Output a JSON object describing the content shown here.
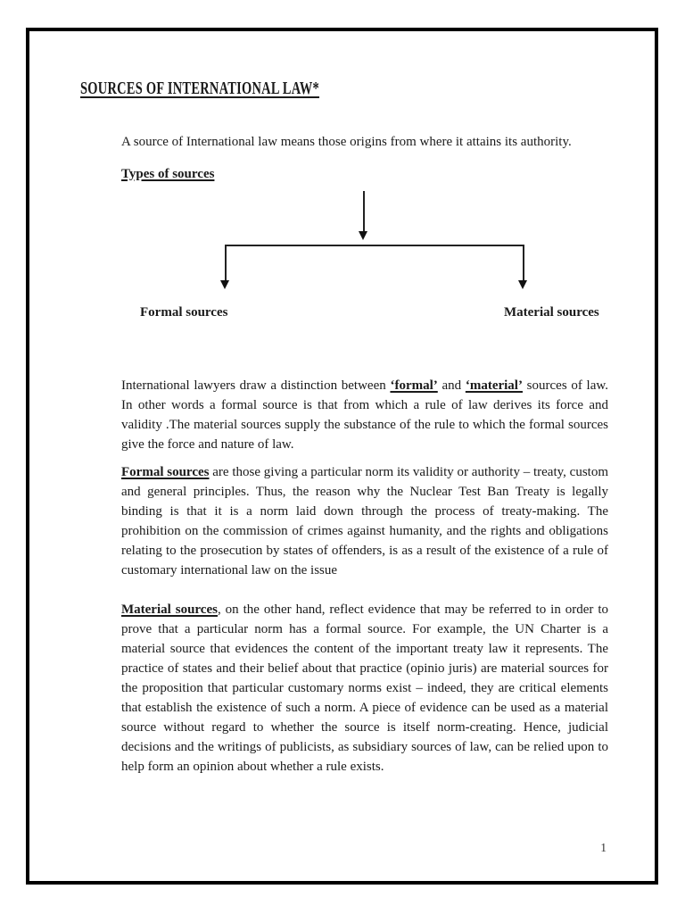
{
  "page": {
    "title": "SOURCES OF INTERNATIONAL LAW*",
    "page_number": "1"
  },
  "intro": "A source of International law means those origins from where it attains its authority.",
  "diagram": {
    "heading": "Types of sources",
    "left_label": "Formal sources",
    "right_label": "Material sources"
  },
  "paragraphs": {
    "distinction": {
      "segments": [
        {
          "text": "International lawyers draw a distinction between ",
          "style": "normal"
        },
        {
          "text": "‘formal’",
          "style": "bold-underline"
        },
        {
          "text": " and ",
          "style": "normal"
        },
        {
          "text": "‘material’",
          "style": "bold-underline"
        },
        {
          "text": " sources of law. In other words a formal source is that from which a rule of law derives its force and validity .The material sources supply the substance of the rule to which the formal sources give the force and nature of law.",
          "style": "normal"
        }
      ]
    },
    "formal": {
      "segments": [
        {
          "text": "Formal sources",
          "style": "bold-underline"
        },
        {
          "text": " are those giving a particular norm its validity or authority – treaty, custom and general principles. Thus, the reason why the Nuclear Test Ban Treaty is legally binding is that it is a norm laid down through the process of treaty-making. The prohibition on the commission of crimes against humanity, and the rights and obligations relating to the prosecution by states of offenders, is as a result of the existence of a rule of customary international law on the issue",
          "style": "normal"
        }
      ]
    },
    "material": {
      "segments": [
        {
          "text": "Material sources",
          "style": "bold-underline"
        },
        {
          "text": ", on the other hand, reflect evidence that may be referred to in order to prove that a particular norm has a formal source. For example, the UN Charter is a material source that evidences the content of the important treaty law it represents. The practice of states and their belief about that practice (opinio juris) are material sources for the proposition that particular customary norms exist – indeed, they are critical elements that establish the existence of such a norm. A piece of evidence can be used as a material source without regard to whether the source is itself norm-creating. Hence, judicial decisions and the writings of publicists, as subsidiary sources of law, can be relied upon to help form an opinion about whether a rule exists.",
          "style": "normal"
        }
      ]
    }
  },
  "colors": {
    "ink": "#1a1a1a",
    "page_background": "#ffffff",
    "page_border": "#000000"
  }
}
